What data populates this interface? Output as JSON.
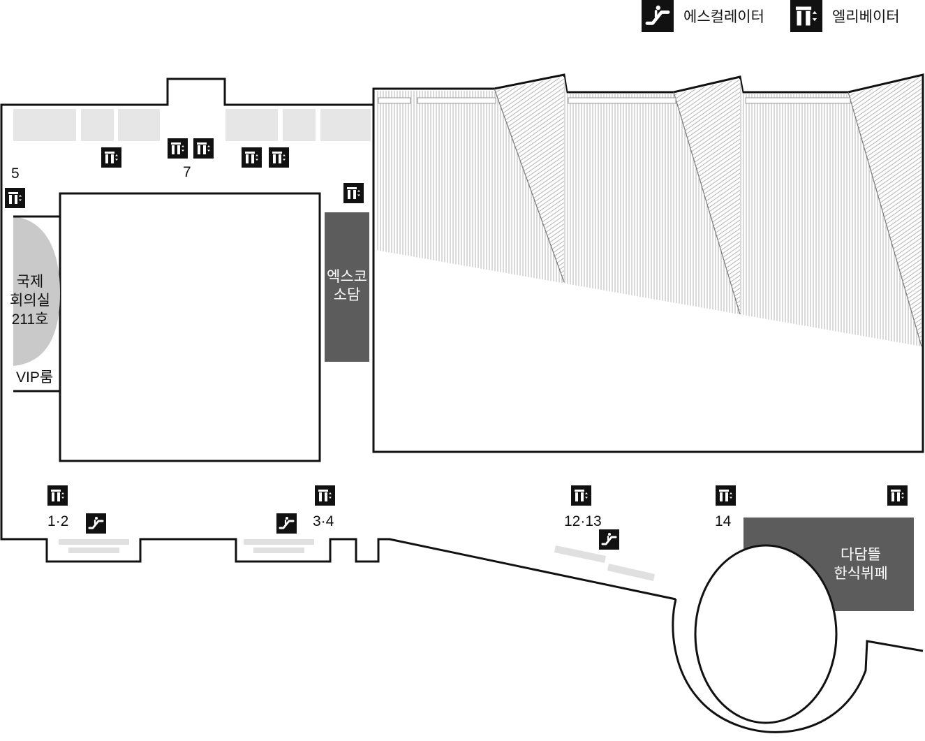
{
  "legend": {
    "escalator_label": "에스컬레이터",
    "elevator_label": "엘리베이터",
    "escalator_icon": "escalator-icon",
    "elevator_icon": "elevator-icon"
  },
  "rooms": {
    "conference_211": [
      "국제",
      "회의실",
      "211호"
    ],
    "vip_room": "VIP룸",
    "exco_hall": [
      "엑스코",
      "소담"
    ],
    "dadamtteul_buffet": [
      "다담뜰",
      "한식뷔페"
    ]
  },
  "gates": {
    "g5": "5",
    "g7": "7",
    "g1_2": "1·2",
    "g3_4": "3·4",
    "g12_13": "12·13",
    "g14": "14"
  },
  "colors": {
    "wall": "#111111",
    "room_dark": "#5c5c5c",
    "room_light": "#c9c9c9",
    "area_fill": "#e6e6e6",
    "icon_bg": "#111111",
    "hatch": "#9a9a9a"
  }
}
